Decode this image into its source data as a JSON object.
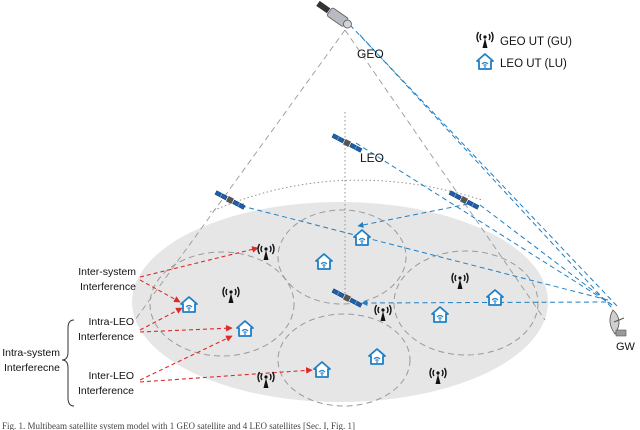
{
  "labels": {
    "geo": "GEO",
    "leo": "LEO",
    "gw": "GW"
  },
  "legend": {
    "geo_ut": "GEO UT (GU)",
    "leo_ut": "LEO UT (LU)"
  },
  "annotations": {
    "inter_system_line1": "Inter-system",
    "inter_system_line2": "Interference",
    "intra_leo_line1": "Intra-LEO",
    "intra_leo_line2": "Interference",
    "intra_system_line1": "Intra-system",
    "intra_system_line2": "Interferecne",
    "inter_leo_line1": "Inter-LEO",
    "inter_leo_line2": "Interference"
  },
  "caption": "Fig. 1.  Multibeam satellite system model with 1 GEO satellite and 4 LEO satellites [Sec. I, Fig. 1]",
  "colors": {
    "leo_blue": "#1f7fc4",
    "interference_red": "#e0292b",
    "ground_gray": "#e6e6e6",
    "beam_gray": "#9a9a9a"
  },
  "icons": {
    "geo_satellite": "satellite-icon",
    "leo_satellite": "satellite-icon",
    "gateway": "satellite-dish-icon",
    "geo_user_terminal": "antenna-tower-icon",
    "leo_user_terminal": "house-wifi-icon"
  }
}
